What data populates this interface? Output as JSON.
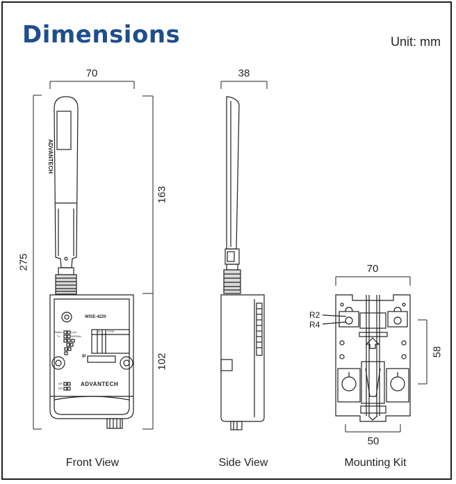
{
  "title": "Dimensions",
  "unit": "Unit: mm",
  "front": {
    "caption": "Front View",
    "width": "70",
    "height_total": "275",
    "height_antenna": "163",
    "height_body": "102",
    "model": "WISE-4220",
    "brand": "ADVANTECH",
    "antenna_brand": "ADVANTECH",
    "ip_label": "IP",
    "status_rows": [
      "Status",
      "Tx",
      "",
      "",
      "",
      ""
    ],
    "led_labels": [
      "Com",
      "WiFi/Mo",
      "AR",
      "AR",
      "DR"
    ],
    "table_headers": [
      "ID",
      "TYPE"
    ]
  },
  "side": {
    "caption": "Side View",
    "width": "38"
  },
  "mount": {
    "caption": "Mounting Kit",
    "width_top": "70",
    "width_bottom": "50",
    "height": "58",
    "radius_1": "R2",
    "radius_2": "R4"
  }
}
